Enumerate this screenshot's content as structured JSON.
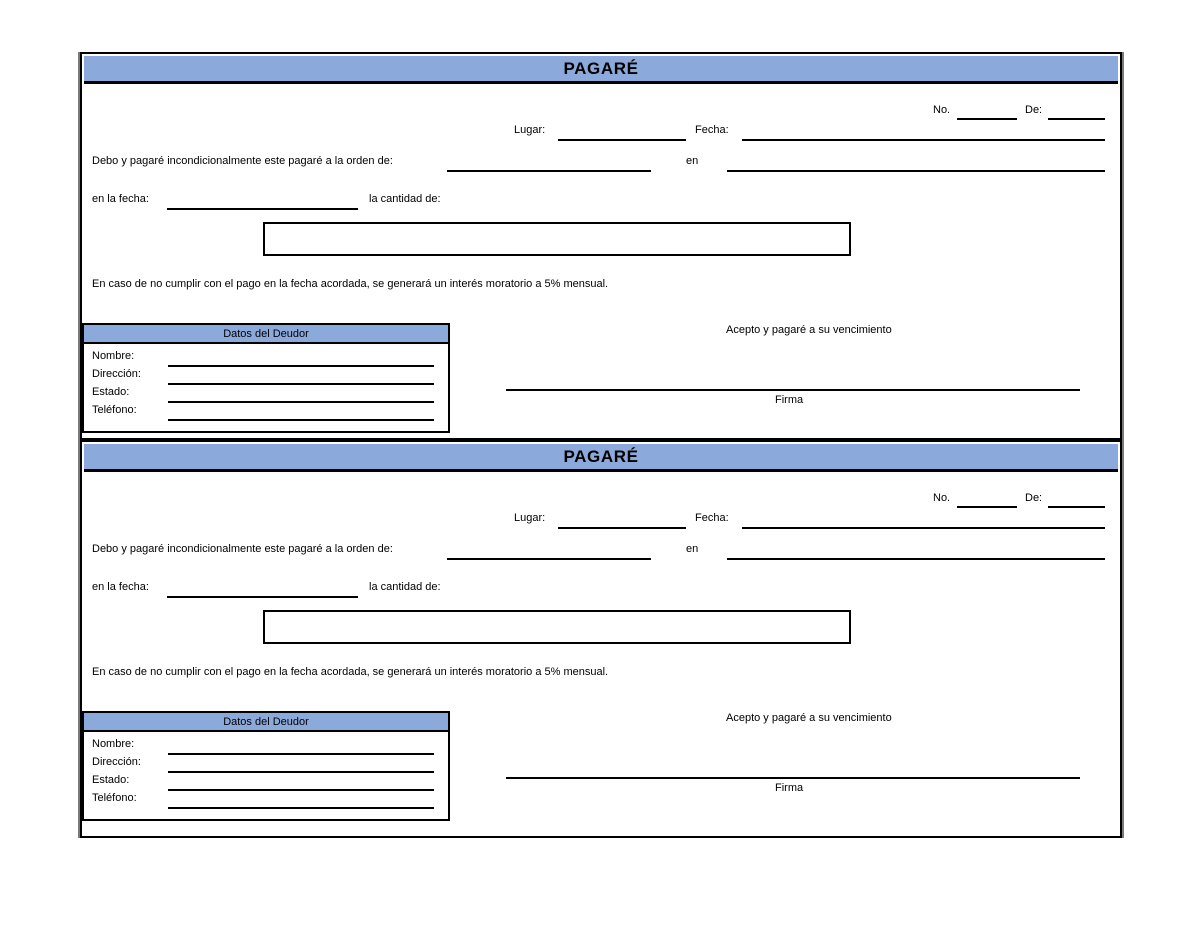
{
  "document": {
    "type": "pagare-form-sheet",
    "copies": 2,
    "accent_color": "#8CA9DC",
    "border_color": "#000000",
    "page_background": "#FFFFFF"
  },
  "form": {
    "title": "PAGARÉ",
    "ref": {
      "numero_label": "No.",
      "numero_value": "",
      "de_label": "De:",
      "de_value": ""
    },
    "place_date": {
      "lugar_label": "Lugar:",
      "lugar_value": "",
      "fecha_label": "Fecha:",
      "fecha_value": ""
    },
    "promise": {
      "text": "Debo y pagaré incondicionalmente este pagaré a la orden de:",
      "beneficiario_value": "",
      "en_label": "en",
      "lugar_pago_value": ""
    },
    "due": {
      "fecha_label": "en la fecha:",
      "fecha_value": "",
      "cantidad_label": "la cantidad de:",
      "cantidad_value": ""
    },
    "interest_clause": "En caso de no cumplir con el pago en la fecha acordada, se generará un interés moratorio a 5% mensual.",
    "debtor": {
      "header": "Datos del Deudor",
      "fields": [
        {
          "label": "Nombre:",
          "value": ""
        },
        {
          "label": "Dirección:",
          "value": ""
        },
        {
          "label": "Estado:",
          "value": ""
        },
        {
          "label": "Teléfono:",
          "value": ""
        }
      ]
    },
    "acceptance": {
      "text": "Acepto y pagaré a su vencimiento",
      "signature_label": "Firma",
      "signature_value": ""
    }
  }
}
